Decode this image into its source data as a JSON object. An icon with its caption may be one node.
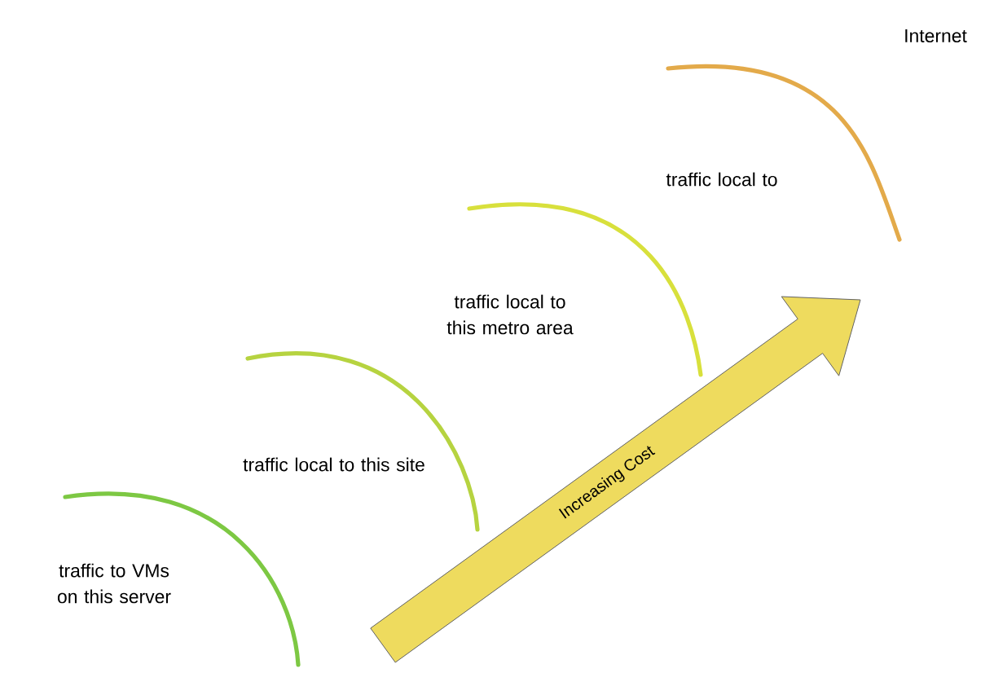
{
  "diagram": {
    "nodes": [
      {
        "text": [
          "Increasing Cost"
        ]
      }
    ],
    "labels": [
      "Internet",
      "traffic local to",
      "traffic local to this metro area",
      "traffic local to this site",
      "traffic to VMs on this server"
    ]
  }
}
